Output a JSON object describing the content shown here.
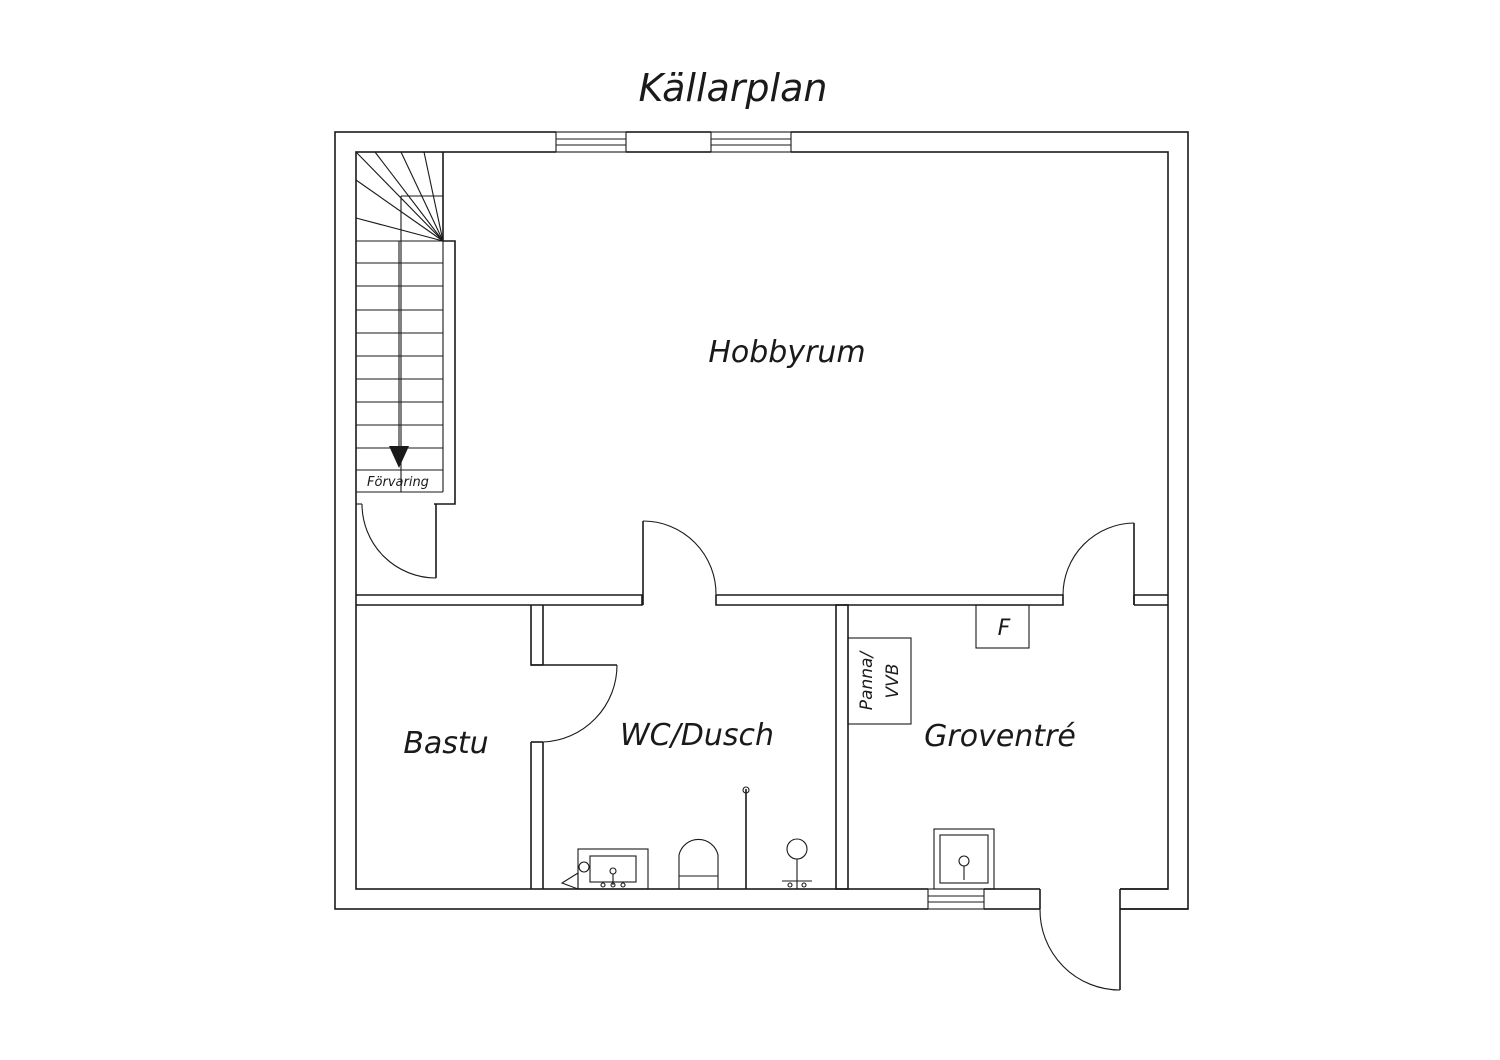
{
  "title": "Källarplan",
  "rooms": {
    "hobbyrum": "Hobbyrum",
    "bastu": "Bastu",
    "wc_dusch": "WC/Dusch",
    "groventre": "Groventré"
  },
  "fixtures": {
    "forvaring": "Förvaring",
    "panna_line1": "Panna/",
    "panna_line2": "VVB",
    "f_box": "F"
  }
}
